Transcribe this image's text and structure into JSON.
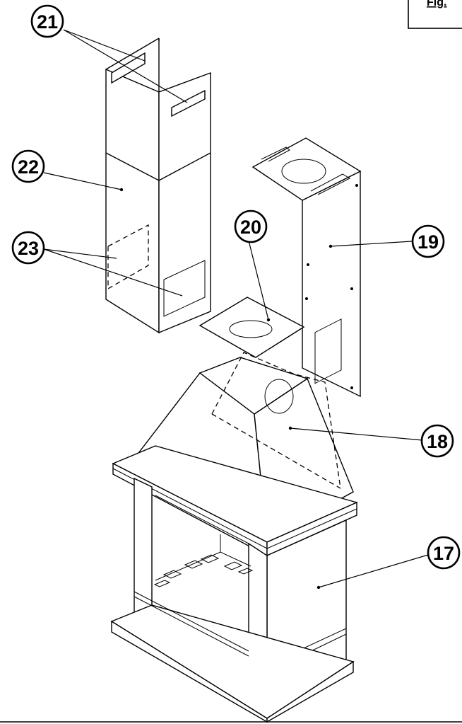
{
  "figure_label": "Fig.",
  "callouts": {
    "c17": "17",
    "c18": "18",
    "c19": "19",
    "c20": "20",
    "c21": "21",
    "c22": "22",
    "c23": "23"
  }
}
